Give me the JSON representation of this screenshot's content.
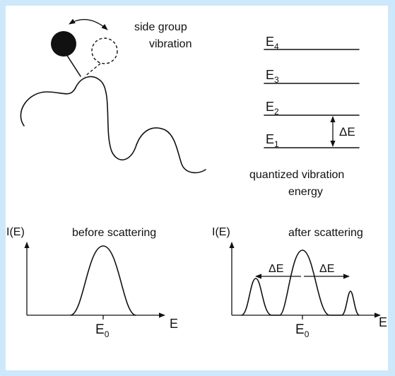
{
  "diagram": {
    "side_group": {
      "line1": "side group",
      "line2": "vibration"
    },
    "levels": [
      {
        "label": "E",
        "index": "4"
      },
      {
        "label": "E",
        "index": "3"
      },
      {
        "label": "E",
        "index": "2"
      },
      {
        "label": "E",
        "index": "1"
      }
    ],
    "delta_e": "ΔE",
    "quantized": {
      "line1": "quantized vibration",
      "line2": "energy"
    },
    "before": {
      "title": "before scattering",
      "ylabel": "I(E)",
      "xlabel": "E",
      "tick": {
        "base": "E",
        "sub": "0"
      }
    },
    "after": {
      "title": "after scattering",
      "ylabel": "I(E)",
      "xlabel": "E",
      "tick": {
        "base": "E",
        "sub": "0"
      },
      "shift_left": "ΔE",
      "shift_right": "ΔE"
    },
    "colors": {
      "background": "#cde8fb",
      "panel": "#ffffff",
      "ink": "#111111"
    }
  }
}
